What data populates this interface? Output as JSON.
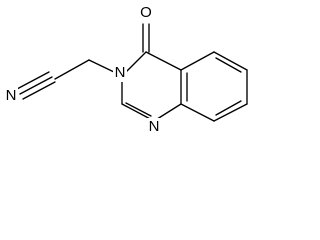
{
  "molecule": {
    "atoms": {
      "oxygen": "O",
      "nitrile_nitrogen": "N",
      "ring_nitrogen_top": "N",
      "ring_nitrogen_bottom": "N"
    }
  }
}
